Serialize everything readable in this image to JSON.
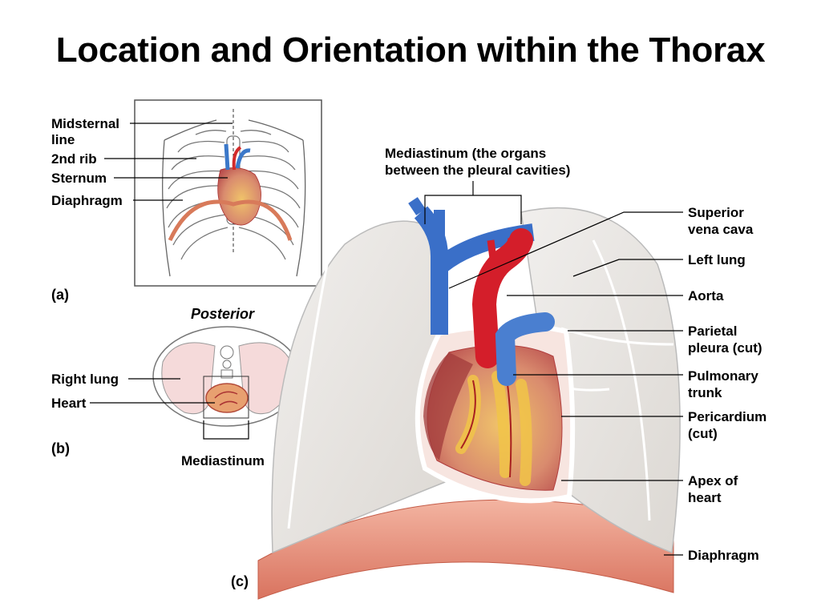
{
  "title": "Location and Orientation within the Thorax",
  "panel_a": {
    "labels": {
      "midsternal_line": "Midsternal line",
      "rib2": "2nd rib",
      "sternum": "Sternum",
      "diaphragm": "Diaphragm"
    },
    "letter": "(a)"
  },
  "panel_b": {
    "posterior": "Posterior",
    "right_lung": "Right lung",
    "heart": "Heart",
    "mediastinum": "Mediastinum",
    "letter": "(b)"
  },
  "panel_c": {
    "mediastinum_note_line1": "Mediastinum (the organs",
    "mediastinum_note_line2": "between the pleural cavities)",
    "labels": {
      "svc_1": "Superior",
      "svc_2": "vena cava",
      "left_lung": "Left lung",
      "aorta": "Aorta",
      "parietal_1": "Parietal",
      "parietal_2": "pleura (cut)",
      "pulmonary_1": "Pulmonary",
      "pulmonary_2": "trunk",
      "pericardium_1": "Pericardium",
      "pericardium_2": "(cut)",
      "apex_1": "Apex of",
      "apex_2": "heart",
      "diaphragm": "Diaphragm"
    },
    "letter": "(c)"
  }
}
